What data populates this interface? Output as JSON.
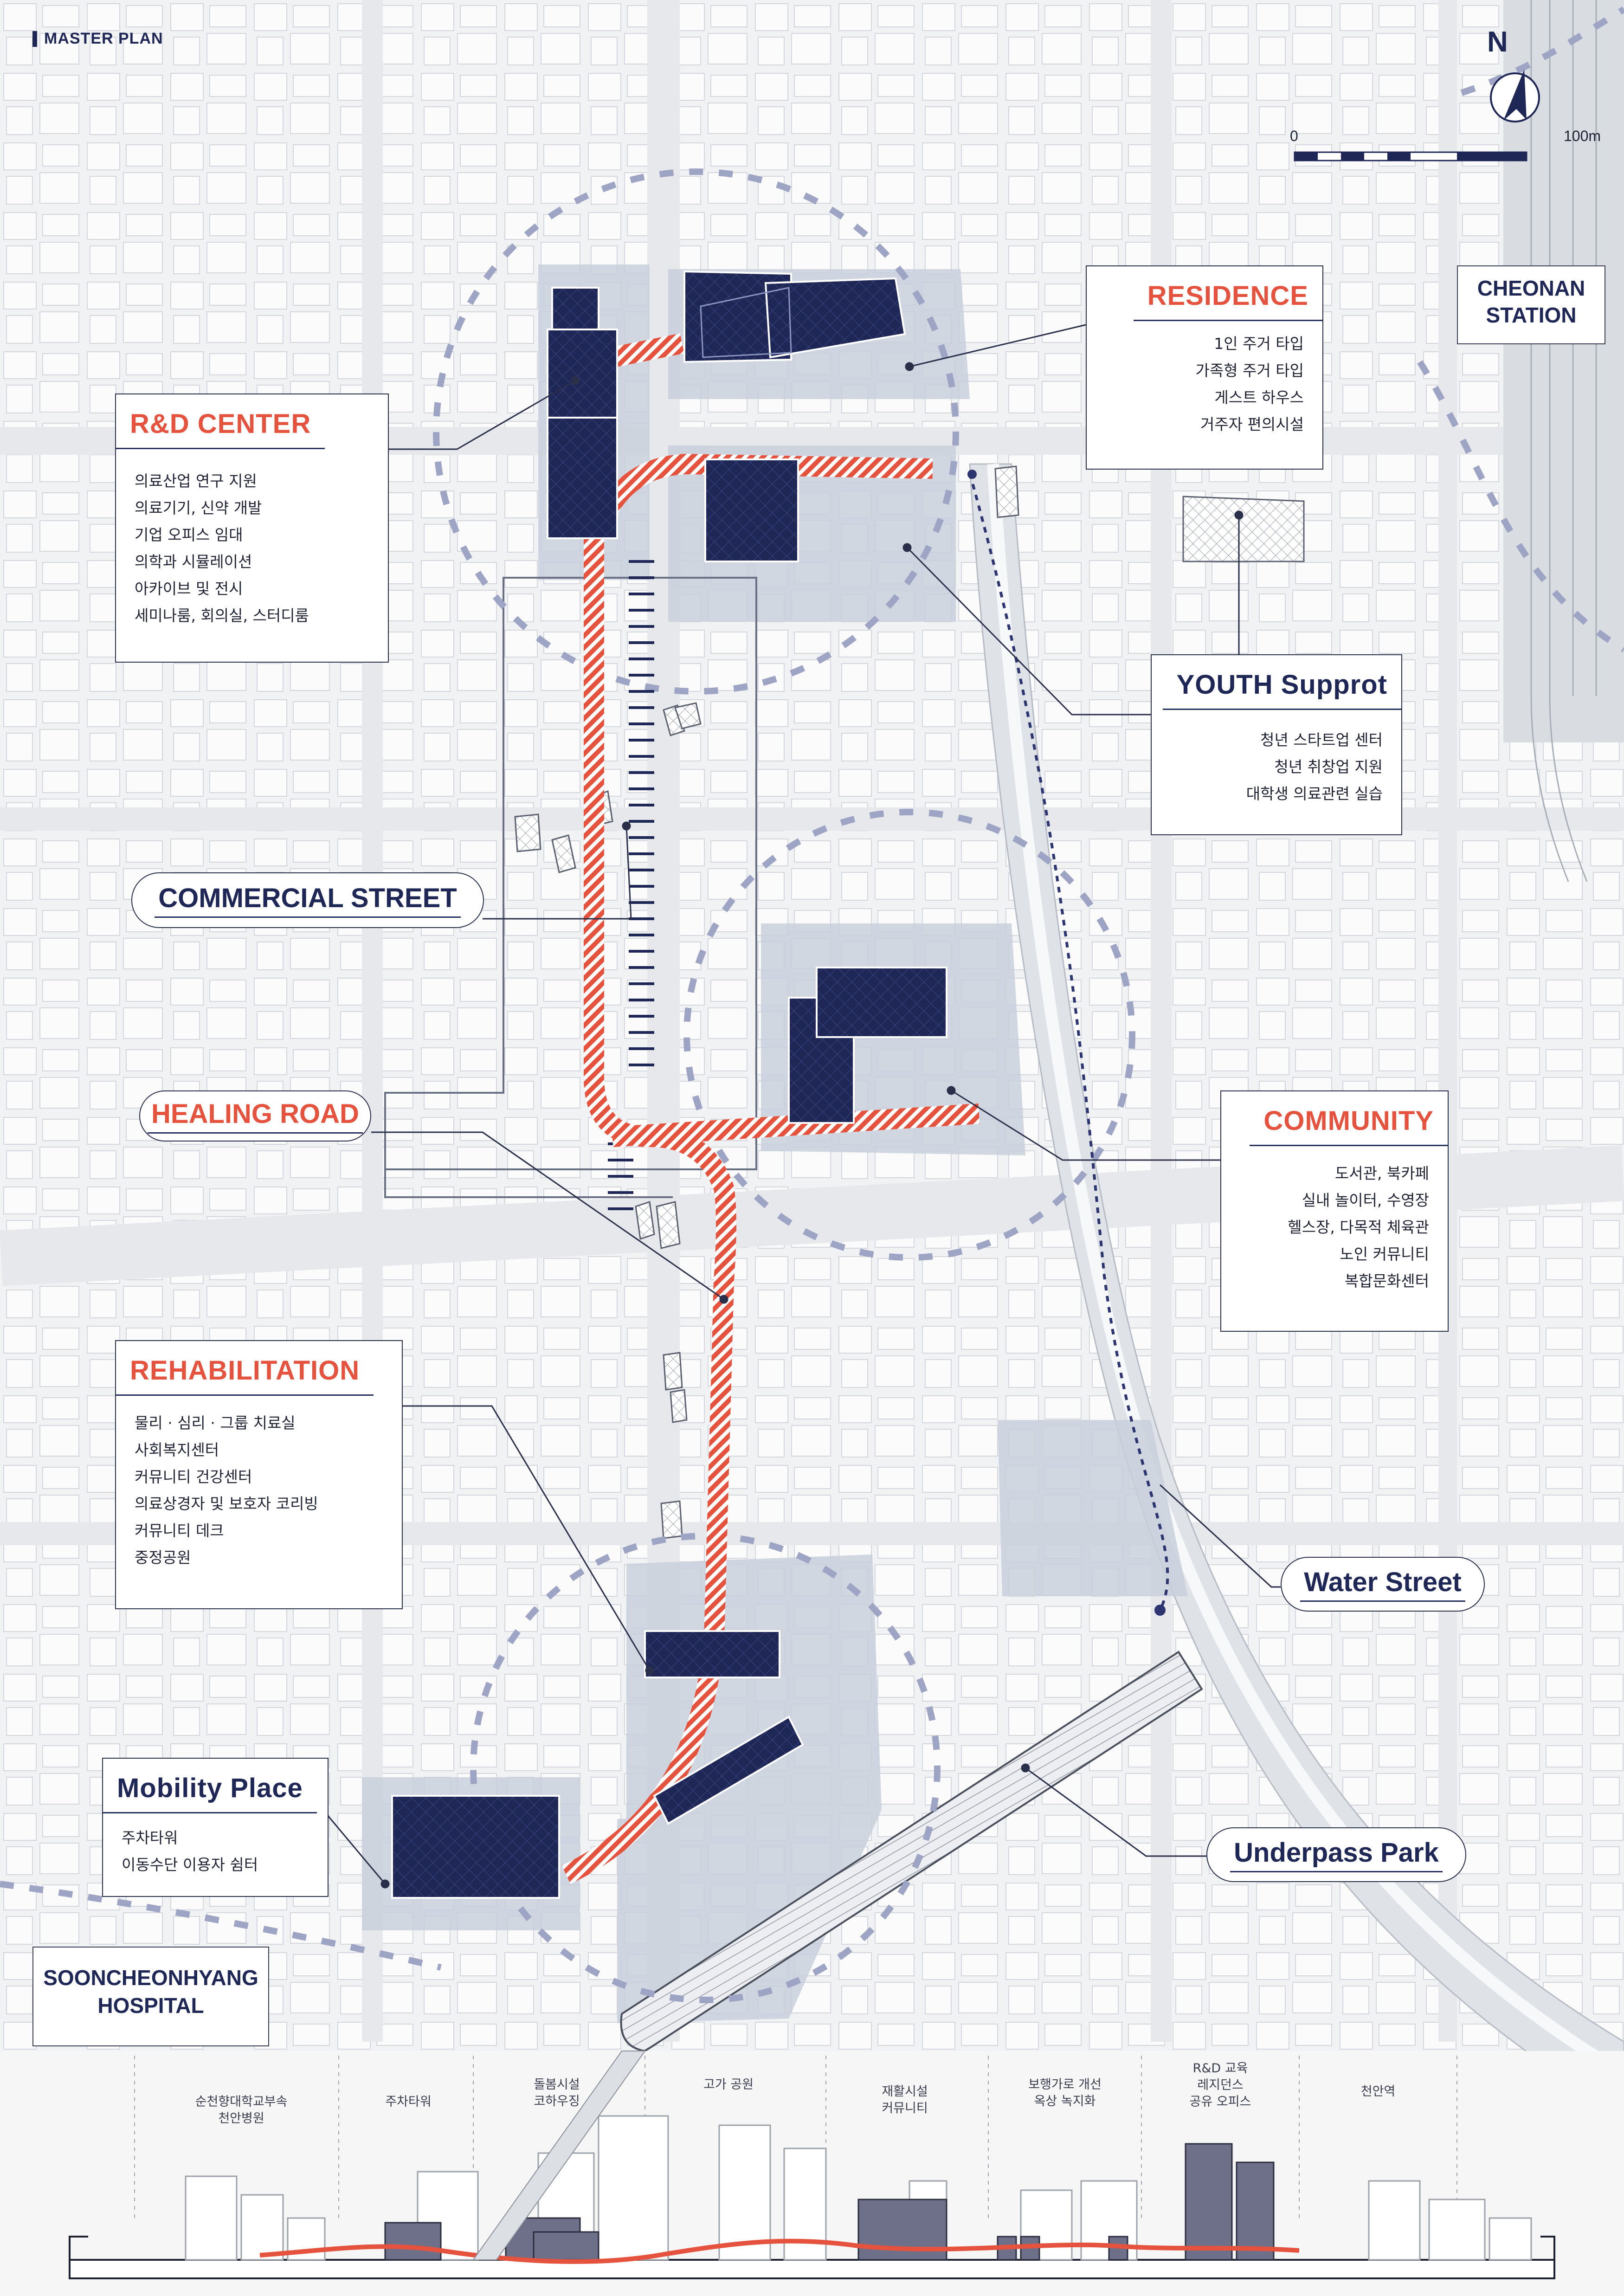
{
  "header": {
    "title": "MASTER PLAN"
  },
  "north": {
    "letter": "N"
  },
  "scale": {
    "start": "0",
    "end": "100m"
  },
  "stations": {
    "cheonan": [
      "CHEONAN",
      "STATION"
    ],
    "hospital": [
      "SOONCHEONHYANG",
      "HOSPITAL"
    ]
  },
  "programs": {
    "residence": {
      "title": "RESIDENCE",
      "items": [
        "1인 주거 타입",
        "가족형 주거 타입",
        "게스트 하우스",
        "거주자 편의시설"
      ]
    },
    "rnd": {
      "title": "R&D CENTER",
      "items": [
        "의료산업 연구 지원",
        "의료기기, 신약 개발",
        "기업 오피스 임대",
        "의학과 시뮬레이션",
        "아카이브 및 전시",
        "세미나룸, 회의실, 스터디룸"
      ]
    },
    "youth": {
      "title": "YOUTH Supprot",
      "items": [
        "청년 스타트업 센터",
        "청년 취창업 지원",
        "대학생 의료관련 실습"
      ]
    },
    "community": {
      "title": "COMMUNITY",
      "items": [
        "도서관, 북카페",
        "실내 놀이터, 수영장",
        "헬스장, 다목적 체육관",
        "노인 커뮤니티",
        "복합문화센터"
      ]
    },
    "rehab": {
      "title": "REHABILITATION",
      "items": [
        "물리 · 심리 · 그룹 치료실",
        "사회복지센터",
        "커뮤니티 건강센터",
        "의료상경자 및 보호자 코리빙",
        "커뮤니티 데크",
        "중정공원"
      ]
    },
    "mobility": {
      "title": "Mobility Place",
      "items": [
        "주차타워",
        "이동수단 이용자 쉼터"
      ]
    }
  },
  "pills": {
    "commercial": "COMMERCIAL STREET",
    "healing": "HEALING ROAD",
    "water": "Water Street",
    "underpass": "Underpass Park"
  },
  "section": {
    "labels": [
      [
        "순천향대학교부속",
        "천안병원"
      ],
      [
        "주차타워"
      ],
      [
        "돌봄시설",
        "코하우징"
      ],
      [
        "고가 공원"
      ],
      [
        "재활시설",
        "커뮤니티"
      ],
      [
        "보행가로 개선",
        "옥상 녹지화"
      ],
      [
        "R&D 교육",
        "레지던스",
        "공유 오피스"
      ],
      [
        "천안역"
      ]
    ]
  },
  "colors": {
    "accent": "#e5533f",
    "navy": "#1e2756",
    "site": "#c9d0dc",
    "block": "#fbfbfc",
    "road": "#e6e8eb"
  }
}
